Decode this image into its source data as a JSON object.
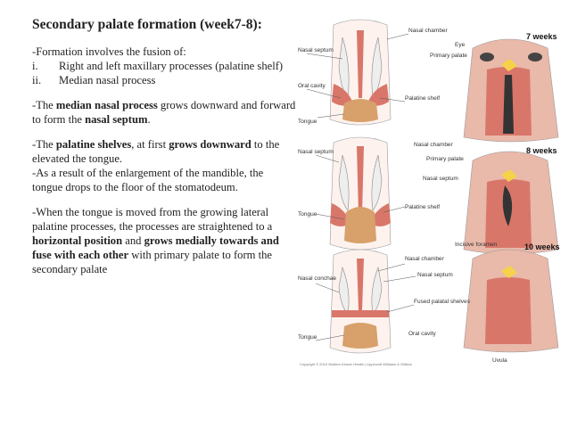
{
  "title": "Secondary palate formation (week7-8):",
  "intro": "-Formation involves the fusion of:",
  "list": [
    {
      "num": "i.",
      "text": "Right and left maxillary processes (palatine shelf)"
    },
    {
      "num": "ii.",
      "text": "Median nasal process"
    }
  ],
  "para1": {
    "a": "-The ",
    "b": "median nasal process",
    "c": " grows downward and forward to form the ",
    "d": "nasal septum",
    "e": "."
  },
  "para2": {
    "a": "-The ",
    "b": "palatine shelves",
    "c": ", at first ",
    "d": "grows downward",
    "e": " to the elevated the tongue."
  },
  "para3": "-As a result of the enlargement of the mandible, the tongue drops to the floor of the stomatodeum.",
  "para4": {
    "a": "-When the tongue is moved from the growing lateral palatine processes, the processes are straightened to a ",
    "b": "horizontal position",
    "c": " and ",
    "d": "grows medially towards and fuse with each other",
    "e": " with primary palate to form the secondary palate"
  },
  "figure": {
    "weeks": [
      "7 weeks",
      "8 weeks",
      "10 weeks"
    ],
    "labels": {
      "nasal_chamber": "Nasal chamber",
      "eye": "Eye",
      "primary_palate": "Primary palate",
      "nasal_septum": "Nasal septum",
      "oral_cavity": "Oral cavity",
      "palatine_shelf": "Palatine shelf",
      "tongue": "Tongue",
      "nasal_chamber_2": "Nasal chamber",
      "primary_palate_2": "Primary palate",
      "nasal_septum_2": "Nasal septum",
      "nasal_septum_3": "Nasal septum",
      "tongue_2": "Tongue",
      "palatine_shelf_2": "Palatine shelf",
      "nasal_chamber_3": "Nasal chamber",
      "incisive_foramen": "Incisive foramen",
      "nasal_septum_4": "Nasal septum",
      "nasal_conchae": "Nasal conchae",
      "fused_palatal_shelves": "Fused palatal shelves",
      "tongue_3": "Tongue",
      "oral_cavity_2": "Oral cavity",
      "uvula": "Uvula"
    },
    "copyright": "Copyright © 2010 Wolters Kluwer Health | Lippincott Williams & Wilkins",
    "colors": {
      "pink": "#e9b9aa",
      "red": "#d9766a",
      "tongue": "#d8a06a",
      "yellow": "#f6d24a",
      "dark": "#333333"
    }
  }
}
